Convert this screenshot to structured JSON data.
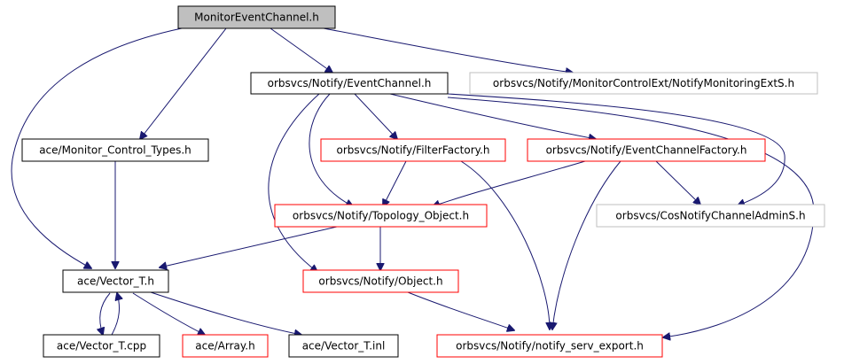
{
  "colors": {
    "root_fill": "#bfbfbf",
    "root_border": "#000000",
    "default_border": "#000000",
    "red_border": "#ff0000",
    "gray_border": "#bfbfbf",
    "edge": "#191970"
  },
  "nodes": {
    "monitor_event_channel": "MonitorEventChannel.h",
    "event_channel": "orbsvcs/Notify/EventChannel.h",
    "notify_monitoring_ext": "orbsvcs/Notify/MonitorControlExt/NotifyMonitoringExtS.h",
    "monitor_control_types": "ace/Monitor_Control_Types.h",
    "filter_factory": "orbsvcs/Notify/FilterFactory.h",
    "event_channel_factory": "orbsvcs/Notify/EventChannelFactory.h",
    "topology_object": "orbsvcs/Notify/Topology_Object.h",
    "cos_notify_channel_admin": "orbsvcs/CosNotifyChannelAdminS.h",
    "vector_t_h": "ace/Vector_T.h",
    "object_h": "orbsvcs/Notify/Object.h",
    "vector_t_cpp": "ace/Vector_T.cpp",
    "array_h": "ace/Array.h",
    "vector_t_inl": "ace/Vector_T.inl",
    "notify_serv_export": "orbsvcs/Notify/notify_serv_export.h"
  }
}
